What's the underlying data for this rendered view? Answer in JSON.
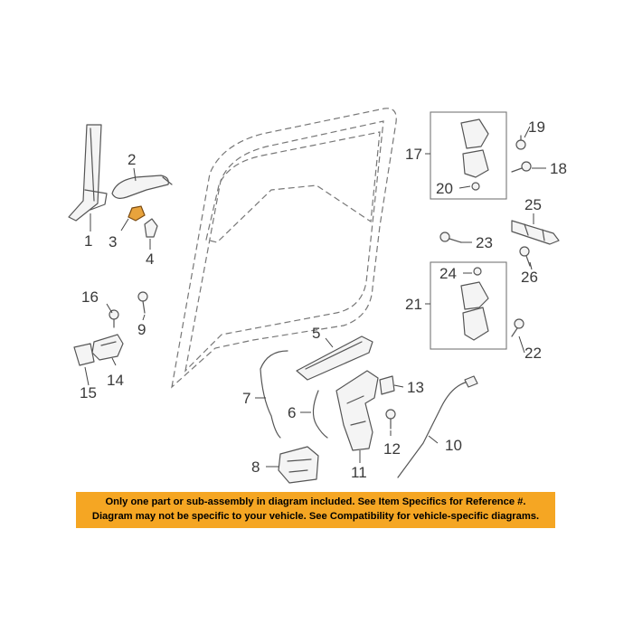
{
  "callouts": {
    "c1": "1",
    "c2": "2",
    "c3": "3",
    "c4": "4",
    "c5": "5",
    "c6": "6",
    "c7": "7",
    "c8": "8",
    "c9": "9",
    "c10": "10",
    "c11": "11",
    "c12": "12",
    "c13": "13",
    "c14": "14",
    "c15": "15",
    "c16": "16",
    "c17": "17",
    "c18": "18",
    "c19": "19",
    "c20": "20",
    "c21": "21",
    "c22": "22",
    "c23": "23",
    "c24": "24",
    "c25": "25",
    "c26": "26"
  },
  "highlighted_part": "3",
  "highlight_color": "#e8a33c",
  "disclaimer": {
    "line1": "Only one part or sub-assembly in diagram included. See Item Specifics for Reference #.",
    "line2": "Diagram may not be specific to your vehicle. See Compatibility for vehicle-specific diagrams.",
    "background": "#f5a623"
  }
}
